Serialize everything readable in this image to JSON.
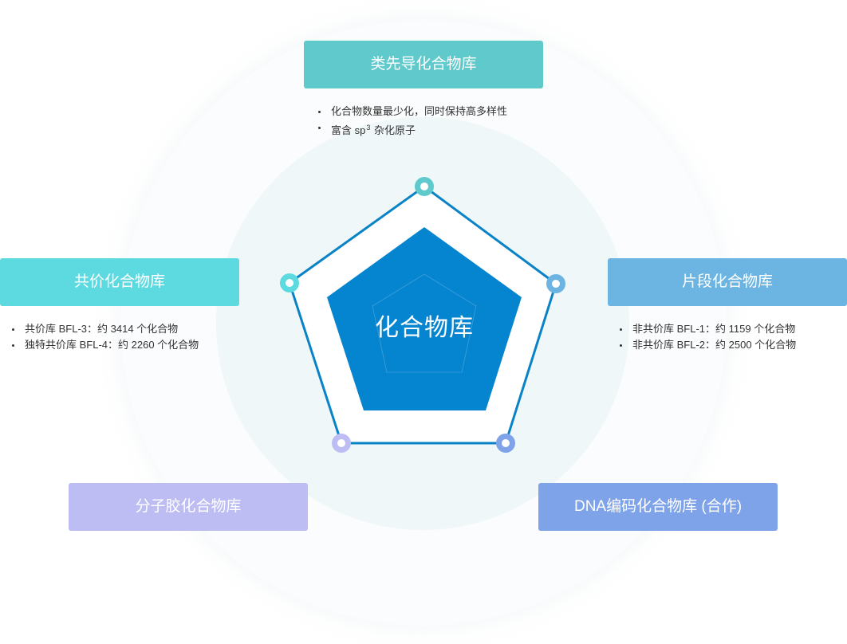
{
  "colors": {
    "pentagon_outline": "#0a83c6",
    "pentagon_fill": "#0584cf",
    "dot_top": "#5fc9cc",
    "dot_left": "#5dd9e0",
    "dot_right": "#6cb4e2",
    "dot_bottom_left": "#bdbdf3",
    "dot_bottom_right": "#7ea3e8"
  },
  "center": {
    "title": "化合物库"
  },
  "libraries": {
    "top": {
      "title": "类先导化合物库",
      "bullets": [
        "化合物数量最少化，同时保持高多样性"
      ],
      "bullet2_prefix": "富含 sp",
      "bullet2_sup": "3",
      "bullet2_suffix": " 杂化原子"
    },
    "left": {
      "title": "共价化合物库",
      "bullets": [
        "共价库 BFL-3：约 3414 个化合物",
        "独特共价库 BFL-4：约 2260 个化合物"
      ]
    },
    "right": {
      "title": "片段化合物库",
      "bullets": [
        "非共价库 BFL-1：约 1159 个化合物",
        "非共价库 BFL-2：约 2500 个化合物"
      ]
    },
    "bottom_left": {
      "title": "分子胶化合物库"
    },
    "bottom_right": {
      "title": "DNA编码化合物库 (合作)"
    }
  }
}
